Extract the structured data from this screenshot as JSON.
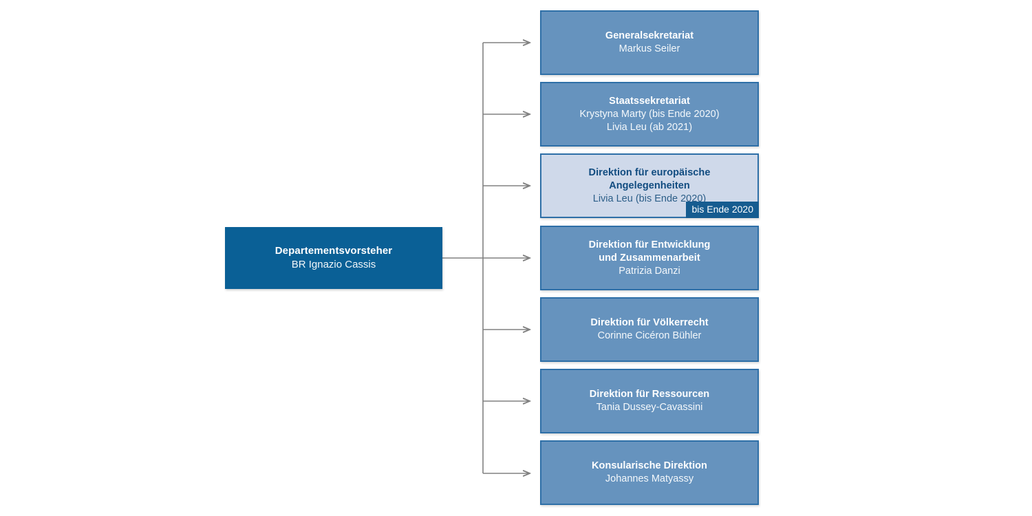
{
  "chart": {
    "type": "organizational-chart",
    "title": "",
    "root": {
      "title": "Departementsvorsteher",
      "person": "BR Ignazio Cassis",
      "color": "#0A6096",
      "text_color": "#FFFFFF"
    },
    "palette": {
      "root_fill": "#0A6096",
      "node_fill": "#6693BE",
      "node_border": "#2E6FA7",
      "highlight_fill": "#CFD9EA",
      "highlight_text": "#114C80",
      "badge_fill": "#165C90",
      "connector": "#808080",
      "page_background": "#FFFFFF"
    },
    "children": [
      {
        "title": "Generalsekretariat",
        "lines": [
          "Markus Seiler"
        ],
        "highlighted": false,
        "badge": null
      },
      {
        "title": "Staatssekretariat",
        "lines": [
          "Krystyna Marty (bis Ende 2020)",
          "Livia Leu (ab 2021)"
        ],
        "highlighted": false,
        "badge": null
      },
      {
        "title": "Direktion für europäische Angelegenheiten",
        "lines": [
          "Livia Leu (bis Ende 2020)"
        ],
        "highlighted": true,
        "badge": "bis Ende 2020"
      },
      {
        "title": "Direktion für Entwicklung und Zusammenarbeit",
        "title_lines": [
          "Direktion für Entwicklung",
          "und Zusammenarbeit"
        ],
        "lines": [
          "Patrizia Danzi"
        ],
        "highlighted": false,
        "badge": null
      },
      {
        "title": "Direktion für Völkerrecht",
        "lines": [
          "Corinne Cicéron Bühler"
        ],
        "highlighted": false,
        "badge": null
      },
      {
        "title": "Direktion für Ressourcen",
        "lines": [
          "Tania Dussey-Cavassini"
        ],
        "highlighted": false,
        "badge": null
      },
      {
        "title": "Konsularische Direktion",
        "lines": [
          "Johannes Matyassy"
        ],
        "highlighted": false,
        "badge": null
      }
    ]
  }
}
